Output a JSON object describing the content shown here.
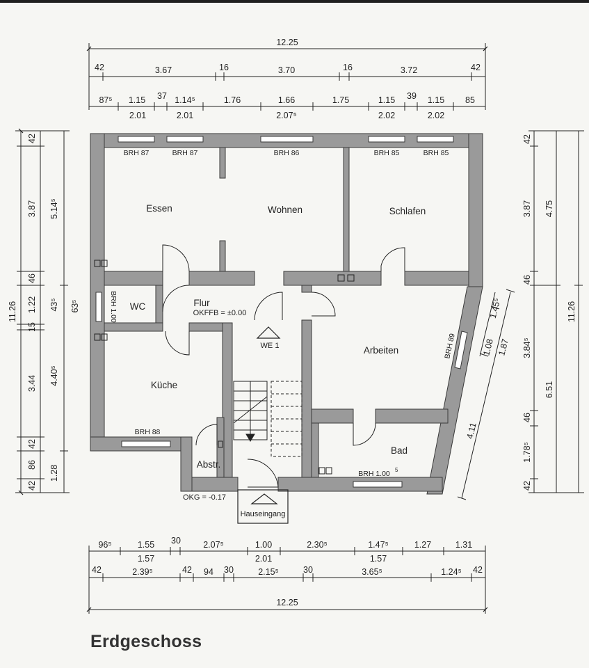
{
  "title": "Erdgeschoss",
  "rooms": {
    "essen": "Essen",
    "wohnen": "Wohnen",
    "schlafen": "Schlafen",
    "wc": "WC",
    "flur": "Flur",
    "flur_level": "OKFFB = ±0.00",
    "kueche": "Küche",
    "arbeiten": "Arbeiten",
    "bad": "Bad",
    "abstr": "Abstr."
  },
  "entrance": {
    "we1": "WE 1",
    "hauseingang": "Hauseingang",
    "okg": "OKG = -0.17"
  },
  "brh": {
    "essen_1": "BRH 87",
    "essen_2": "BRH 87",
    "wohnen": "BRH 86",
    "schlafen_1": "BRH 85",
    "schlafen_2": "BRH 85",
    "wc": "BRH 1.00",
    "kueche": "BRH 88",
    "arbeiten": "BRH 89",
    "bad": "BRH 1.00",
    "bad_sup": "5"
  },
  "top_dims": {
    "overall": "12.25",
    "row1": [
      "42",
      "3.67",
      "16",
      "3.70",
      "16",
      "3.72",
      "42"
    ],
    "row2": [
      "87⁵",
      "1.15",
      "37",
      "1.14⁵",
      "1.76",
      "1.66",
      "1.75",
      "1.15",
      "39",
      "1.15",
      "85"
    ],
    "row3": [
      "2.01",
      "2.01",
      "2.07⁵",
      "2.02",
      "2.02"
    ]
  },
  "bottom_dims": {
    "row1": [
      "96⁵",
      "1.55",
      "30",
      "2.07⁵",
      "1.00",
      "2.30⁵",
      "1.47⁵",
      "1.27",
      "1.31"
    ],
    "row2": [
      "1.57",
      "2.01",
      "1.57"
    ],
    "row3": [
      "42",
      "2.39⁵",
      "42",
      "94",
      "30",
      "2.15⁵",
      "30",
      "3.65⁵",
      "1.24⁵",
      "42"
    ],
    "overall": "12.25"
  },
  "left_dims": {
    "overall": "11.26",
    "inner": [
      "42",
      "3.87",
      "46",
      "1.22",
      "15",
      "3.44",
      "42",
      "86",
      "42"
    ],
    "mid": [
      "5.14⁵",
      "43⁵",
      "4.40⁵",
      "1.28"
    ],
    "outer": [
      "63⁵"
    ]
  },
  "right_dims": {
    "inner": [
      "42",
      "3.87",
      "46",
      "3.84⁵",
      "46",
      "1.78⁵",
      "42"
    ],
    "mid": [
      "4.75",
      "6.51"
    ],
    "overall": "11.26"
  },
  "diag_dims": [
    "1.45⁵",
    "1.08",
    "1.87",
    "4.11"
  ]
}
